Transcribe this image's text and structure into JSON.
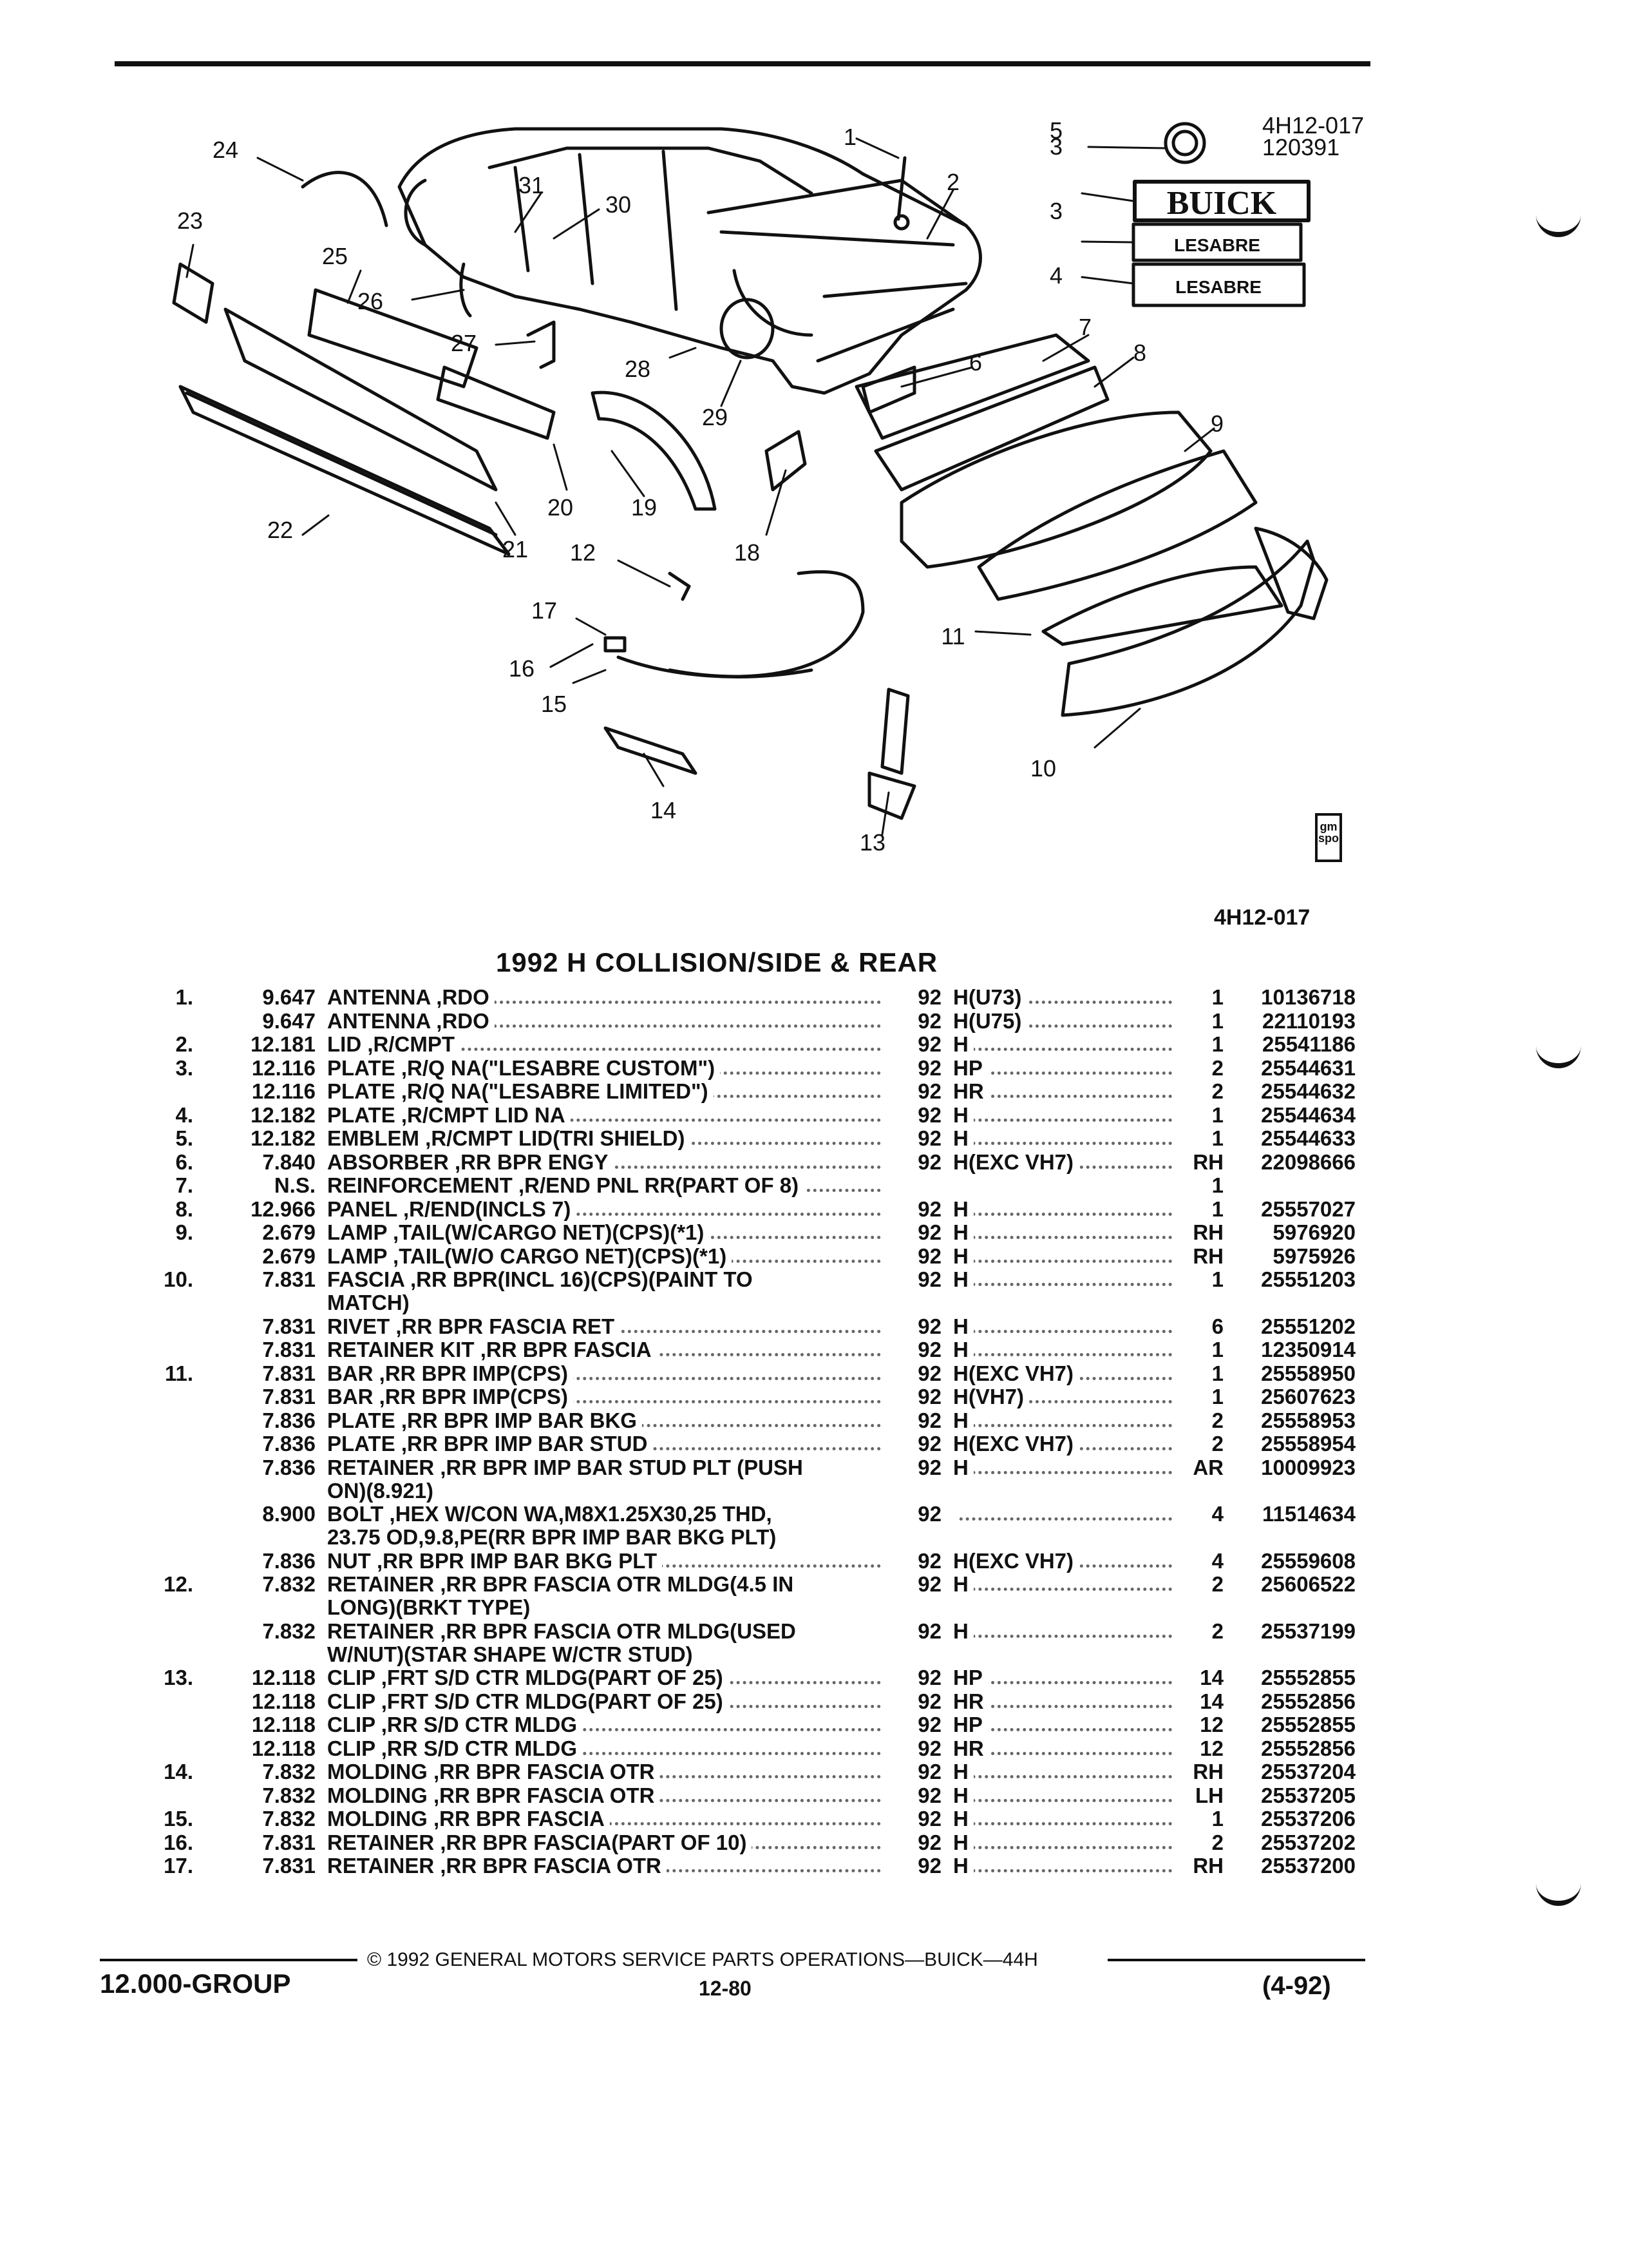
{
  "diagram": {
    "code_top": [
      "4H12-017",
      "120391"
    ],
    "code_bottom": "4H12-017",
    "callouts": [
      "1",
      "2",
      "3",
      "3",
      "4",
      "5",
      "6",
      "7",
      "8",
      "9",
      "10",
      "11",
      "12",
      "13",
      "14",
      "15",
      "16",
      "17",
      "18",
      "19",
      "20",
      "21",
      "22",
      "23",
      "24",
      "25",
      "26",
      "27",
      "28",
      "29",
      "30",
      "31"
    ],
    "emblem_brand": "BUICK",
    "emblem_model": "LESABRE",
    "gmspo_label": [
      "gm",
      "spo"
    ]
  },
  "title": "1992 H COLLISION/SIDE & REAR",
  "rows": [
    {
      "item": "1.",
      "group": "9.647",
      "desc": "ANTENNA ,RDO",
      "year": "92",
      "series": "H(U73)",
      "qty": "1",
      "part": "10136718"
    },
    {
      "item": "",
      "group": "9.647",
      "desc": "ANTENNA ,RDO",
      "year": "92",
      "series": "H(U75)",
      "qty": "1",
      "part": "22110193"
    },
    {
      "item": "2.",
      "group": "12.181",
      "desc": "LID ,R/CMPT",
      "year": "92",
      "series": "H",
      "qty": "1",
      "part": "25541186"
    },
    {
      "item": "3.",
      "group": "12.116",
      "desc": "PLATE ,R/Q NA(\"LESABRE CUSTOM\")",
      "year": "92",
      "series": "HP",
      "qty": "2",
      "part": "25544631"
    },
    {
      "item": "",
      "group": "12.116",
      "desc": "PLATE ,R/Q NA(\"LESABRE LIMITED\")",
      "year": "92",
      "series": "HR",
      "qty": "2",
      "part": "25544632"
    },
    {
      "item": "4.",
      "group": "12.182",
      "desc": "PLATE ,R/CMPT LID NA",
      "year": "92",
      "series": "H",
      "qty": "1",
      "part": "25544634"
    },
    {
      "item": "5.",
      "group": "12.182",
      "desc": "EMBLEM ,R/CMPT LID(TRI SHIELD)",
      "year": "92",
      "series": "H",
      "qty": "1",
      "part": "25544633"
    },
    {
      "item": "6.",
      "group": "7.840",
      "desc": "ABSORBER ,RR BPR ENGY",
      "year": "92",
      "series": "H(EXC VH7)",
      "qty": "RH",
      "part": "22098666"
    },
    {
      "item": "7.",
      "group": "N.S.",
      "desc": "REINFORCEMENT ,R/END PNL RR(PART OF 8)",
      "year": "",
      "series": "",
      "qty": "1",
      "part": "",
      "nodesc": true
    },
    {
      "item": "8.",
      "group": "12.966",
      "desc": "PANEL ,R/END(INCLS 7)",
      "year": "92",
      "series": "H",
      "qty": "1",
      "part": "25557027"
    },
    {
      "item": "9.",
      "group": "2.679",
      "desc": "LAMP ,TAIL(W/CARGO NET)(CPS)(*1)",
      "year": "92",
      "series": "H",
      "qty": "RH",
      "part": "5976920"
    },
    {
      "item": "",
      "group": "2.679",
      "desc": "LAMP ,TAIL(W/O CARGO NET)(CPS)(*1)",
      "year": "92",
      "series": "H",
      "qty": "RH",
      "part": "5975926"
    },
    {
      "item": "10.",
      "group": "7.831",
      "desc": "FASCIA ,RR BPR(INCL 16)(CPS)(PAINT TO",
      "desc2": "MATCH)",
      "year": "92",
      "series": "H",
      "qty": "1",
      "part": "25551203"
    },
    {
      "item": "",
      "group": "7.831",
      "desc": "RIVET ,RR BPR FASCIA RET",
      "year": "92",
      "series": "H",
      "qty": "6",
      "part": "25551202"
    },
    {
      "item": "",
      "group": "7.831",
      "desc": "RETAINER KIT ,RR BPR FASCIA",
      "year": "92",
      "series": "H",
      "qty": "1",
      "part": "12350914"
    },
    {
      "item": "11.",
      "group": "7.831",
      "desc": "BAR ,RR BPR IMP(CPS)",
      "year": "92",
      "series": "H(EXC VH7)",
      "qty": "1",
      "part": "25558950"
    },
    {
      "item": "",
      "group": "7.831",
      "desc": "BAR ,RR BPR IMP(CPS)",
      "year": "92",
      "series": "H(VH7)",
      "qty": "1",
      "part": "25607623"
    },
    {
      "item": "",
      "group": "7.836",
      "desc": "PLATE ,RR BPR IMP BAR BKG",
      "year": "92",
      "series": "H",
      "qty": "2",
      "part": "25558953"
    },
    {
      "item": "",
      "group": "7.836",
      "desc": "PLATE ,RR BPR IMP BAR STUD",
      "year": "92",
      "series": "H(EXC VH7)",
      "qty": "2",
      "part": "25558954"
    },
    {
      "item": "",
      "group": "7.836",
      "desc": "RETAINER ,RR BPR IMP BAR STUD PLT (PUSH",
      "desc2": "ON)(8.921)",
      "year": "92",
      "series": "H",
      "qty": "AR",
      "part": "10009923"
    },
    {
      "item": "",
      "group": "8.900",
      "desc": "BOLT ,HEX W/CON WA,M8X1.25X30,25 THD,",
      "desc2": "23.75 OD,9.8,PE(RR BPR IMP BAR BKG PLT)",
      "year": "92",
      "series": "",
      "qty": "4",
      "part": "11514634"
    },
    {
      "item": "",
      "group": "7.836",
      "desc": "NUT ,RR BPR IMP BAR BKG PLT",
      "year": "92",
      "series": "H(EXC VH7)",
      "qty": "4",
      "part": "25559608"
    },
    {
      "item": "12.",
      "group": "7.832",
      "desc": "RETAINER ,RR BPR FASCIA OTR MLDG(4.5 IN",
      "desc2": "LONG)(BRKT TYPE)",
      "year": "92",
      "series": "H",
      "qty": "2",
      "part": "25606522"
    },
    {
      "item": "",
      "group": "7.832",
      "desc": "RETAINER ,RR BPR FASCIA OTR MLDG(USED",
      "desc2": "W/NUT)(STAR SHAPE W/CTR STUD)",
      "year": "92",
      "series": "H",
      "qty": "2",
      "part": "25537199"
    },
    {
      "item": "13.",
      "group": "12.118",
      "desc": "CLIP ,FRT S/D CTR MLDG(PART OF 25)",
      "year": "92",
      "series": "HP",
      "qty": "14",
      "part": "25552855"
    },
    {
      "item": "",
      "group": "12.118",
      "desc": "CLIP ,FRT S/D CTR MLDG(PART OF 25)",
      "year": "92",
      "series": "HR",
      "qty": "14",
      "part": "25552856"
    },
    {
      "item": "",
      "group": "12.118",
      "desc": "CLIP ,RR S/D CTR MLDG",
      "year": "92",
      "series": "HP",
      "qty": "12",
      "part": "25552855"
    },
    {
      "item": "",
      "group": "12.118",
      "desc": "CLIP ,RR S/D CTR MLDG",
      "year": "92",
      "series": "HR",
      "qty": "12",
      "part": "25552856"
    },
    {
      "item": "14.",
      "group": "7.832",
      "desc": "MOLDING ,RR BPR FASCIA OTR",
      "year": "92",
      "series": "H",
      "qty": "RH",
      "part": "25537204"
    },
    {
      "item": "",
      "group": "7.832",
      "desc": "MOLDING ,RR BPR FASCIA OTR",
      "year": "92",
      "series": "H",
      "qty": "LH",
      "part": "25537205"
    },
    {
      "item": "15.",
      "group": "7.832",
      "desc": "MOLDING ,RR BPR FASCIA",
      "year": "92",
      "series": "H",
      "qty": "1",
      "part": "25537206"
    },
    {
      "item": "16.",
      "group": "7.831",
      "desc": "RETAINER ,RR BPR FASCIA(PART OF 10)",
      "year": "92",
      "series": "H",
      "qty": "2",
      "part": "25537202"
    },
    {
      "item": "17.",
      "group": "7.831",
      "desc": "RETAINER ,RR BPR FASCIA OTR",
      "year": "92",
      "series": "H",
      "qty": "RH",
      "part": "25537200"
    }
  ],
  "footer": {
    "copyright": "© 1992 GENERAL MOTORS SERVICE PARTS OPERATIONS—BUICK—44H",
    "group": "12.000-GROUP",
    "page": "12-80",
    "date": "(4-92)"
  }
}
